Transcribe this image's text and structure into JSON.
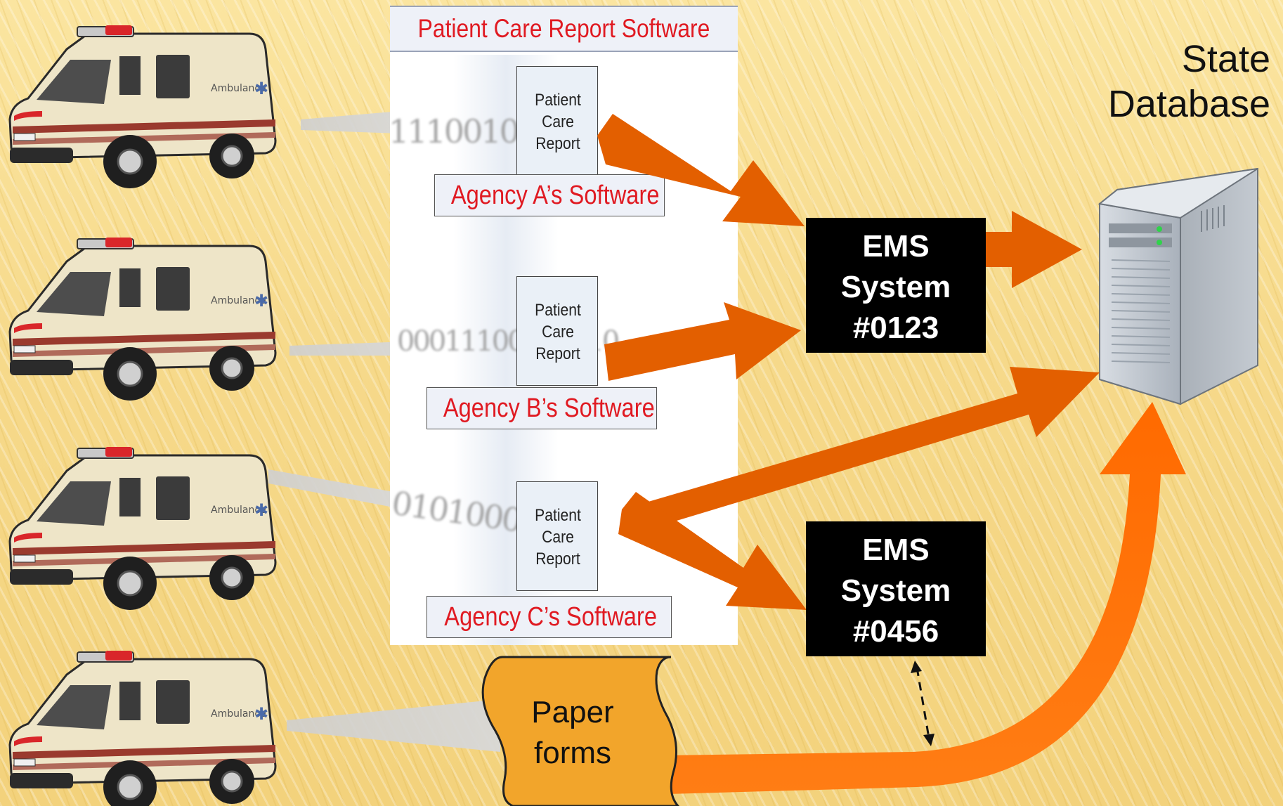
{
  "software_panel": {
    "title": "Patient Care Report Software",
    "agencies": [
      {
        "name": "Agency A’s Software",
        "report": "Patient\nCare\nReport",
        "binary": "11100101010"
      },
      {
        "name": "Agency B’s Software",
        "report": "Patient\nCare\nReport",
        "binary": "00011100101010"
      },
      {
        "name": "Agency C’s Software",
        "report": "Patient\nCare\nReport",
        "binary": "01010000"
      }
    ]
  },
  "ems_systems": [
    {
      "line1": "EMS",
      "line2": "System",
      "line3": "#0123"
    },
    {
      "line1": "EMS",
      "line2": "System",
      "line3": "#0456"
    }
  ],
  "state_database": {
    "line1": "State",
    "line2": "Database"
  },
  "paper_forms": {
    "line1": "Paper",
    "line2": "forms"
  },
  "colors": {
    "arrow": "#e35f00",
    "arrow_light": "#ff7a10",
    "agency_text": "#e01a22",
    "ems_box": "#000000",
    "paper": "#f2a52b"
  }
}
